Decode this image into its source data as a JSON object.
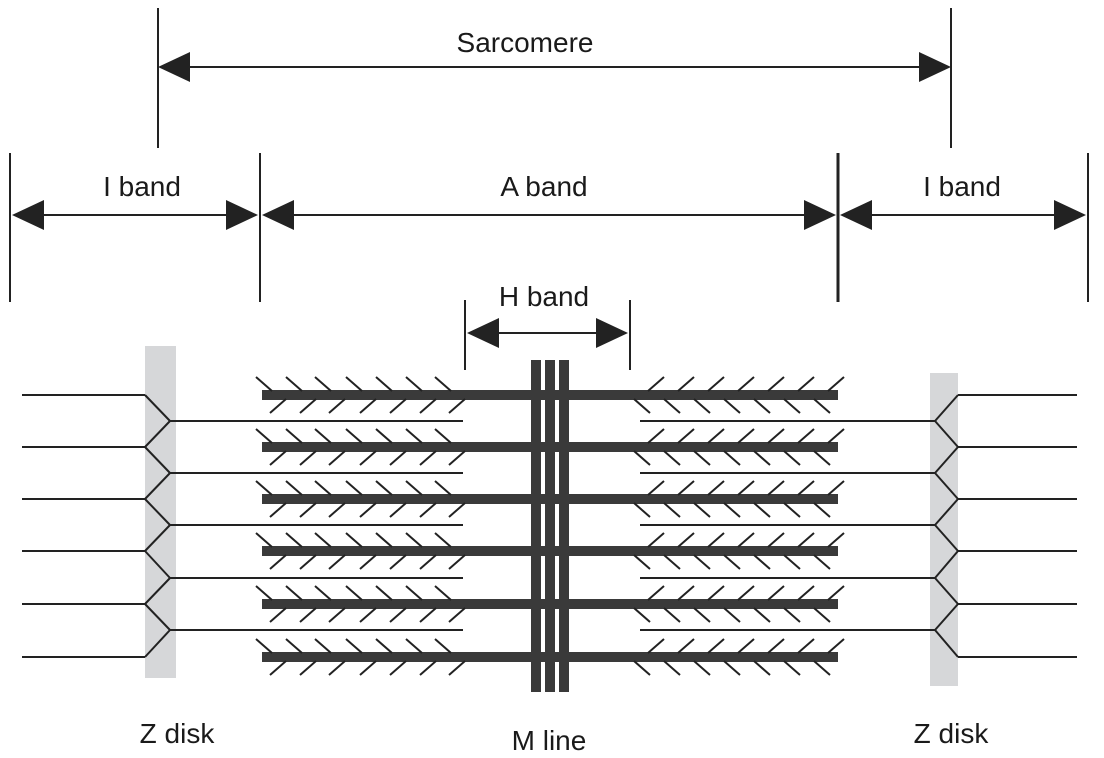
{
  "labels": {
    "sarcomere": "Sarcomere",
    "i_band_left": "I band",
    "a_band": "A band",
    "i_band_right": "I band",
    "h_band": "H band",
    "z_disk_left": "Z disk",
    "m_line": "M line",
    "z_disk_right": "Z disk"
  },
  "colors": {
    "line": "#222222",
    "thick_filament": "#3a3a3a",
    "z_disk": "#d6d7d9"
  }
}
